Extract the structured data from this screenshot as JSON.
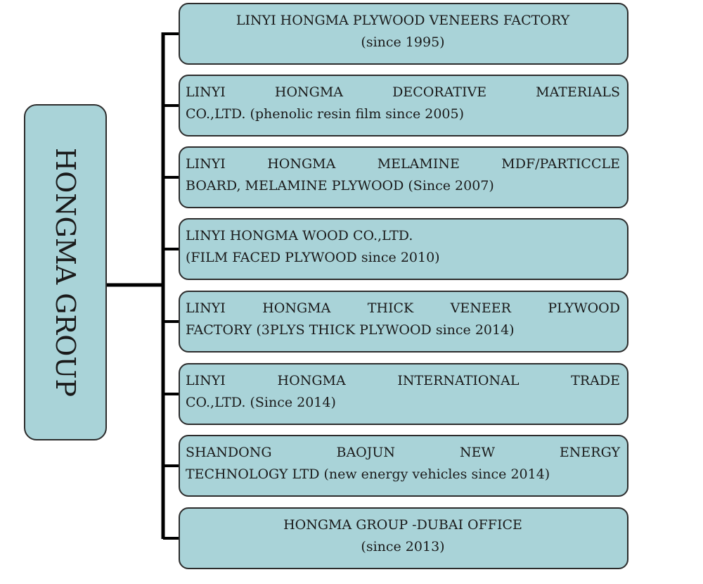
{
  "root": {
    "label": "HONGMA GROUP"
  },
  "colors": {
    "box_fill": "#a9d3d8",
    "border": "#2c2c2c",
    "connector": "#000000"
  },
  "branches": [
    {
      "line1": "LINYI HONGMA PLYWOOD VENEERS FACTORY",
      "line2": "(since 1995)"
    },
    {
      "line1": "LINYI HONGMA DECORATIVE MATERIALS",
      "line2": "CO.,LTD. (phenolic resin film    since 2005)"
    },
    {
      "line1": "LINYI HONGMA MELAMINE MDF/PARTICCLE",
      "line2": "BOARD, MELAMINE PLYWOOD    (Since 2007)"
    },
    {
      "line1": "LINYI HONGMA WOOD CO.,LTD.",
      "line2": "(FILM FACED PLYWOOD since 2010)"
    },
    {
      "line1": "LINYI HONGMA THICK VENEER PLYWOOD",
      "line2": "FACTORY    (3PLYS THICK PLYWOOD since 2014)"
    },
    {
      "line1": "LINYI HONGMA INTERNATIONAL TRADE",
      "line2": "CO.,LTD. (Since 2014)"
    },
    {
      "line1": "SHANDONG BAOJUN NEW ENERGY",
      "line2": "TECHNOLOGY LTD (new energy vehicles since 2014)"
    },
    {
      "line1": "HONGMA GROUP -DUBAI OFFICE",
      "line2": "(since 2013)"
    }
  ]
}
